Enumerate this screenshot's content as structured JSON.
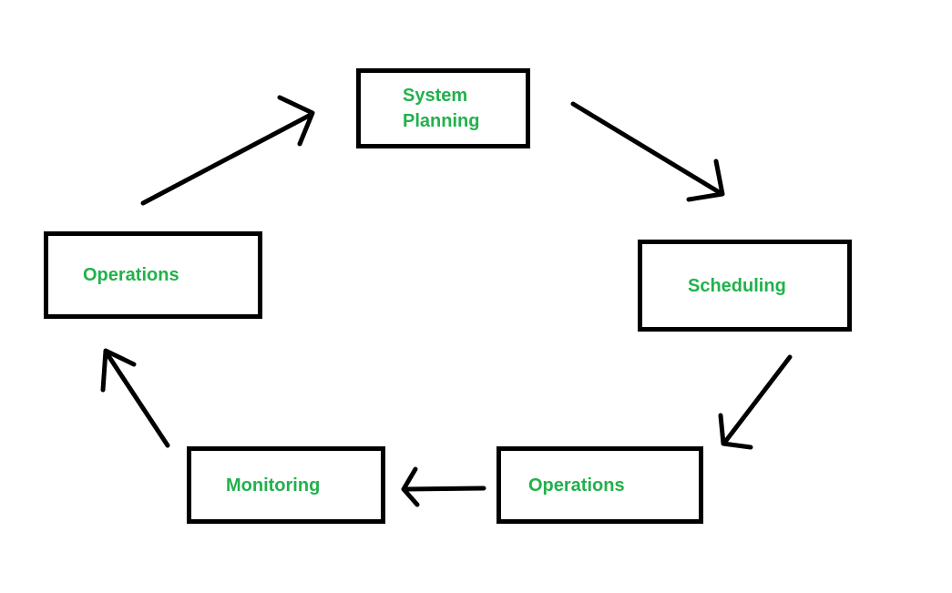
{
  "diagram": {
    "type": "cycle",
    "nodes": [
      {
        "id": "system-planning",
        "label": "System Planning"
      },
      {
        "id": "scheduling",
        "label": "Scheduling"
      },
      {
        "id": "operations-right",
        "label": "Operations"
      },
      {
        "id": "monitoring",
        "label": "Monitoring"
      },
      {
        "id": "operations-left",
        "label": "Operations"
      }
    ],
    "edges": [
      {
        "from": "operations-left",
        "to": "system-planning"
      },
      {
        "from": "system-planning",
        "to": "scheduling"
      },
      {
        "from": "scheduling",
        "to": "operations-right"
      },
      {
        "from": "operations-right",
        "to": "monitoring"
      },
      {
        "from": "monitoring",
        "to": "operations-left"
      }
    ],
    "colors": {
      "label_text": "#22B14C",
      "box_border": "#000000",
      "arrow": "#000000",
      "background": "#FFFFFF"
    }
  }
}
